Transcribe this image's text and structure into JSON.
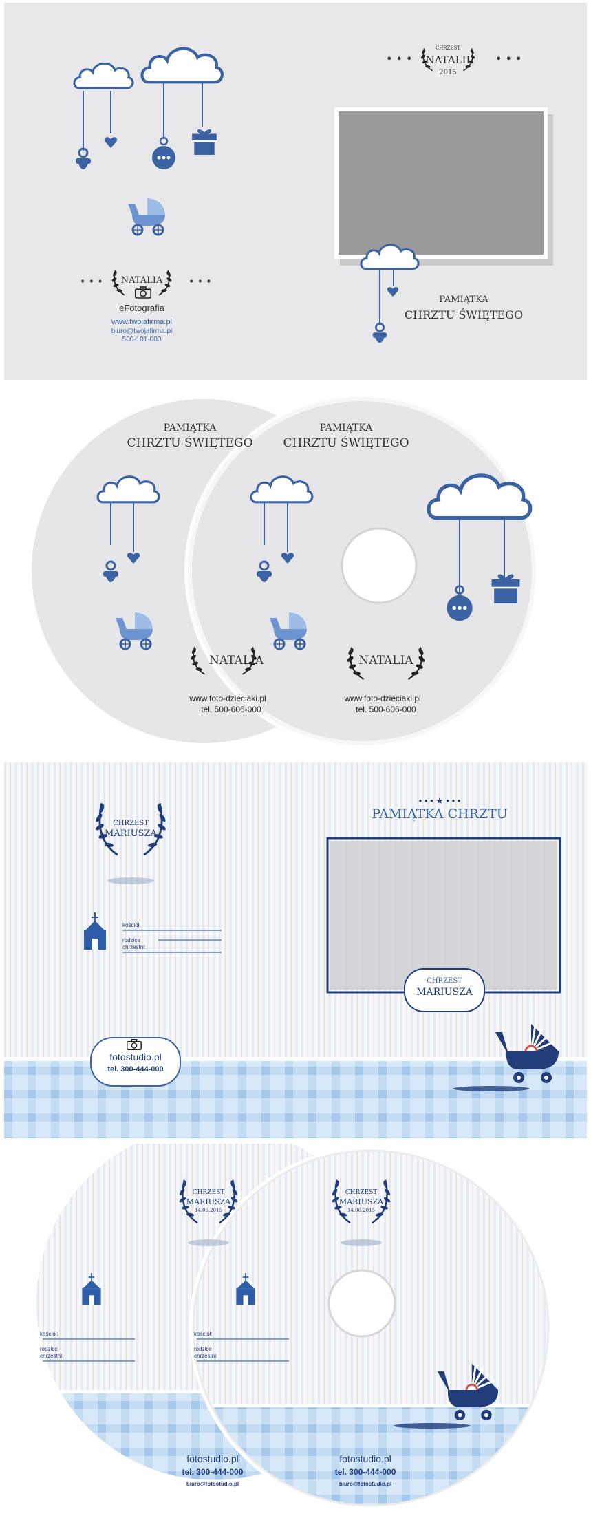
{
  "colors": {
    "blue": "#3b63a3",
    "navy": "#203d7a",
    "light_blue": "#bcd7f0",
    "panel_grey": "#e8e8ea",
    "photo_grey": "#9a9a9a"
  },
  "panel1": {
    "header_chrzest": "CHRZEST",
    "header_name": "NATALII",
    "header_year": "2015",
    "studio_name": "NATALIA",
    "studio_brand": "eFotografia",
    "website": "www.twojafirma.pl",
    "email": "biuro@twojafirma.pl",
    "phone": "500-101-000",
    "title_small": "PAMIĄTKA",
    "title_large": "CHRZTU ŚWIĘTEGO",
    "icons": [
      "cloud-icon",
      "pacifier-icon",
      "heart-icon",
      "ornament-ball-icon",
      "gift-box-icon",
      "baby-stroller-icon",
      "camera-icon",
      "laurel-wreath-icon"
    ]
  },
  "panel2": {
    "title_small": "PAMIĄTKA",
    "title_large": "CHRZTU ŚWIĘTEGO",
    "name": "NATALIA",
    "website": "www.foto-dzieciaki.pl",
    "phone": "tel. 500-606-000"
  },
  "panel3": {
    "badge_chrzest": "CHRZEST",
    "badge_name": "MARIUSZA",
    "field_church": "kościół:",
    "field_parents_1": "rodzice",
    "field_parents_2": "chrzestni:",
    "studio_name": "fotostudio.pl",
    "studio_phone": "tel. 300-444-000",
    "title": "PAMIĄTKA CHRZTU",
    "label_chrzest": "CHRZEST",
    "label_name": "MARIUSZA"
  },
  "panel4": {
    "badge_chrzest": "CHRZEST",
    "badge_name": "MARIUSZA",
    "badge_date": "14.06.2015",
    "field_church": "kościół:",
    "field_parents_1": "rodzice",
    "field_parents_2": "chrzestni:",
    "studio_name": "fotostudio.pl",
    "studio_phone": "tel. 300-444-000",
    "studio_email": "biuro@fotostudio.pl"
  }
}
